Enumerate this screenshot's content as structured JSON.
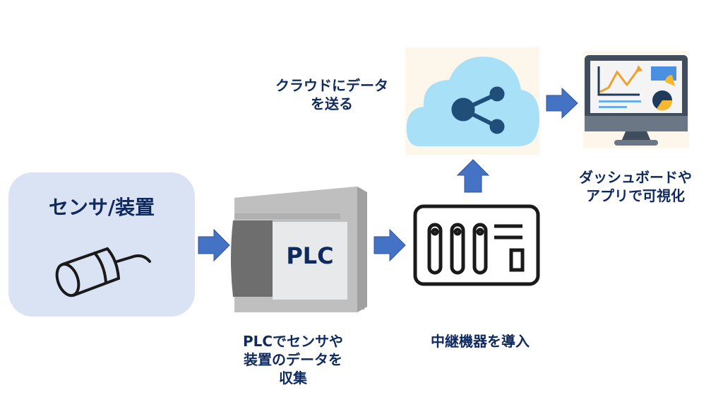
{
  "diagram": {
    "title": "",
    "nodes": [
      {
        "id": "sensor",
        "label": "センサ/装置",
        "icon": "sensor-icon"
      },
      {
        "id": "plc",
        "label": "PLC",
        "icon": "plc-device-icon"
      },
      {
        "id": "gateway",
        "label": "",
        "icon": "gateway-device-icon"
      },
      {
        "id": "cloud",
        "label": "",
        "icon": "cloud-share-icon"
      },
      {
        "id": "dashboard",
        "label": "",
        "icon": "dashboard-monitor-icon"
      }
    ],
    "captions": {
      "plc": "PLCでセンサや\n装置のデータを\n収集",
      "gateway": "中継機器を導入",
      "cloud": "クラウドにデータ\nを送る",
      "dashboard": "ダッシュボードや\nアプリで可視化"
    },
    "edges": [
      {
        "from": "sensor",
        "to": "plc",
        "direction": "right"
      },
      {
        "from": "plc",
        "to": "gateway",
        "direction": "right"
      },
      {
        "from": "gateway",
        "to": "cloud",
        "direction": "up"
      },
      {
        "from": "cloud",
        "to": "dashboard",
        "direction": "right"
      }
    ],
    "colors": {
      "text": "#0f2a5e",
      "arrow": "#4472c4",
      "sensor_box": "#dae3f3",
      "cloud": "#a8e0f8",
      "cloud_icon": "#1f4e79"
    }
  }
}
